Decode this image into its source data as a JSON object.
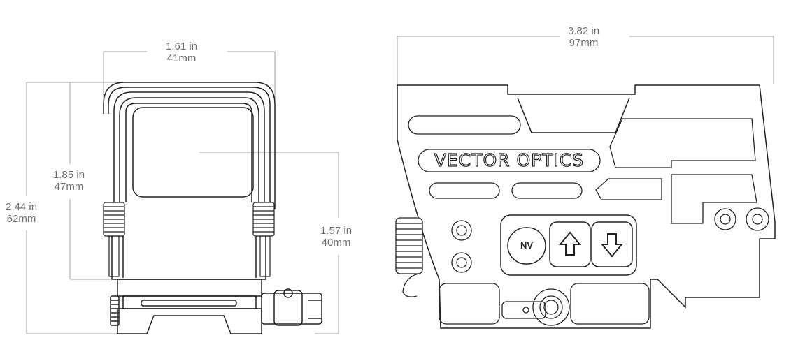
{
  "front_view": {
    "width": {
      "imperial": "1.61 in",
      "metric": "41mm"
    },
    "window_height": {
      "imperial": "1.85 in",
      "metric": "47mm"
    },
    "total_height": {
      "imperial": "2.44 in",
      "metric": "62mm"
    },
    "optical_axis_height": {
      "imperial": "1.57 in",
      "metric": "40mm"
    }
  },
  "side_view": {
    "length": {
      "imperial": "3.82 in",
      "metric": "97mm"
    },
    "brand": "VECTOR OPTICS",
    "buttons": {
      "nv": "NV"
    }
  },
  "colors": {
    "dimension_line": "#9a9a9a",
    "dimension_text": "#6e6e6e",
    "outline": "#222222"
  }
}
